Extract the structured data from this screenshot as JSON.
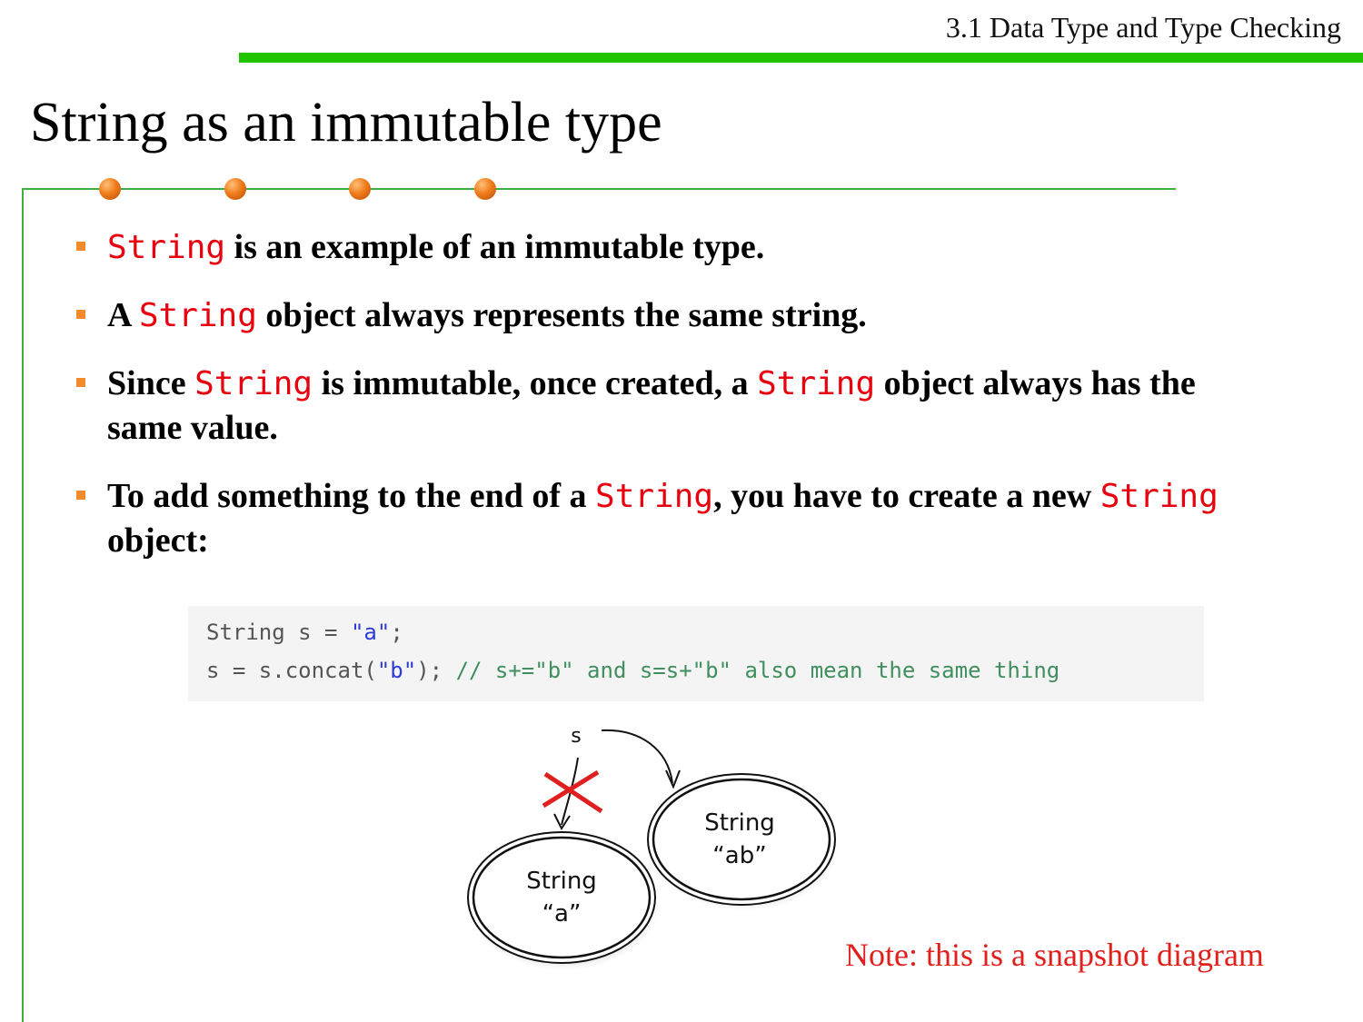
{
  "header": {
    "section_title": "3.1 Data Type and Type Checking"
  },
  "slide": {
    "title": "String as an immutable type"
  },
  "colors": {
    "accent_bar": "#22c400",
    "rule": "#3fae3f",
    "code_keyword": "#e8000f",
    "bullet_marker": "#f38a2c",
    "note": "#e0201c"
  },
  "bullets": [
    {
      "kw1": "String",
      "text1": " is an example of an immutable type."
    },
    {
      "pre": "A ",
      "kw1": "String",
      "text1": " object always represents the same string."
    },
    {
      "pre": "Since ",
      "kw1": "String",
      "text1": " is immutable, once created, a ",
      "kw2": "String",
      "text2": " object always has the same value."
    },
    {
      "pre": "To add something to the end of a ",
      "kw1": "String",
      "text1": ", you have to create a new ",
      "kw2": "String",
      "text2": " object:"
    }
  ],
  "code": {
    "line1": {
      "pre": "String s = ",
      "str": "\"a\"",
      "post": ";"
    },
    "line2": {
      "pre": "s = s.concat(",
      "str": "\"b\"",
      "post": "); ",
      "comment": "// s+=\"b\" and s=s+\"b\" also mean the same thing"
    }
  },
  "diagram": {
    "variable": "s",
    "old_object": {
      "type": "String",
      "value": "“a”"
    },
    "new_object": {
      "type": "String",
      "value": "“ab”"
    }
  },
  "note": "Note: this is a snapshot diagram"
}
